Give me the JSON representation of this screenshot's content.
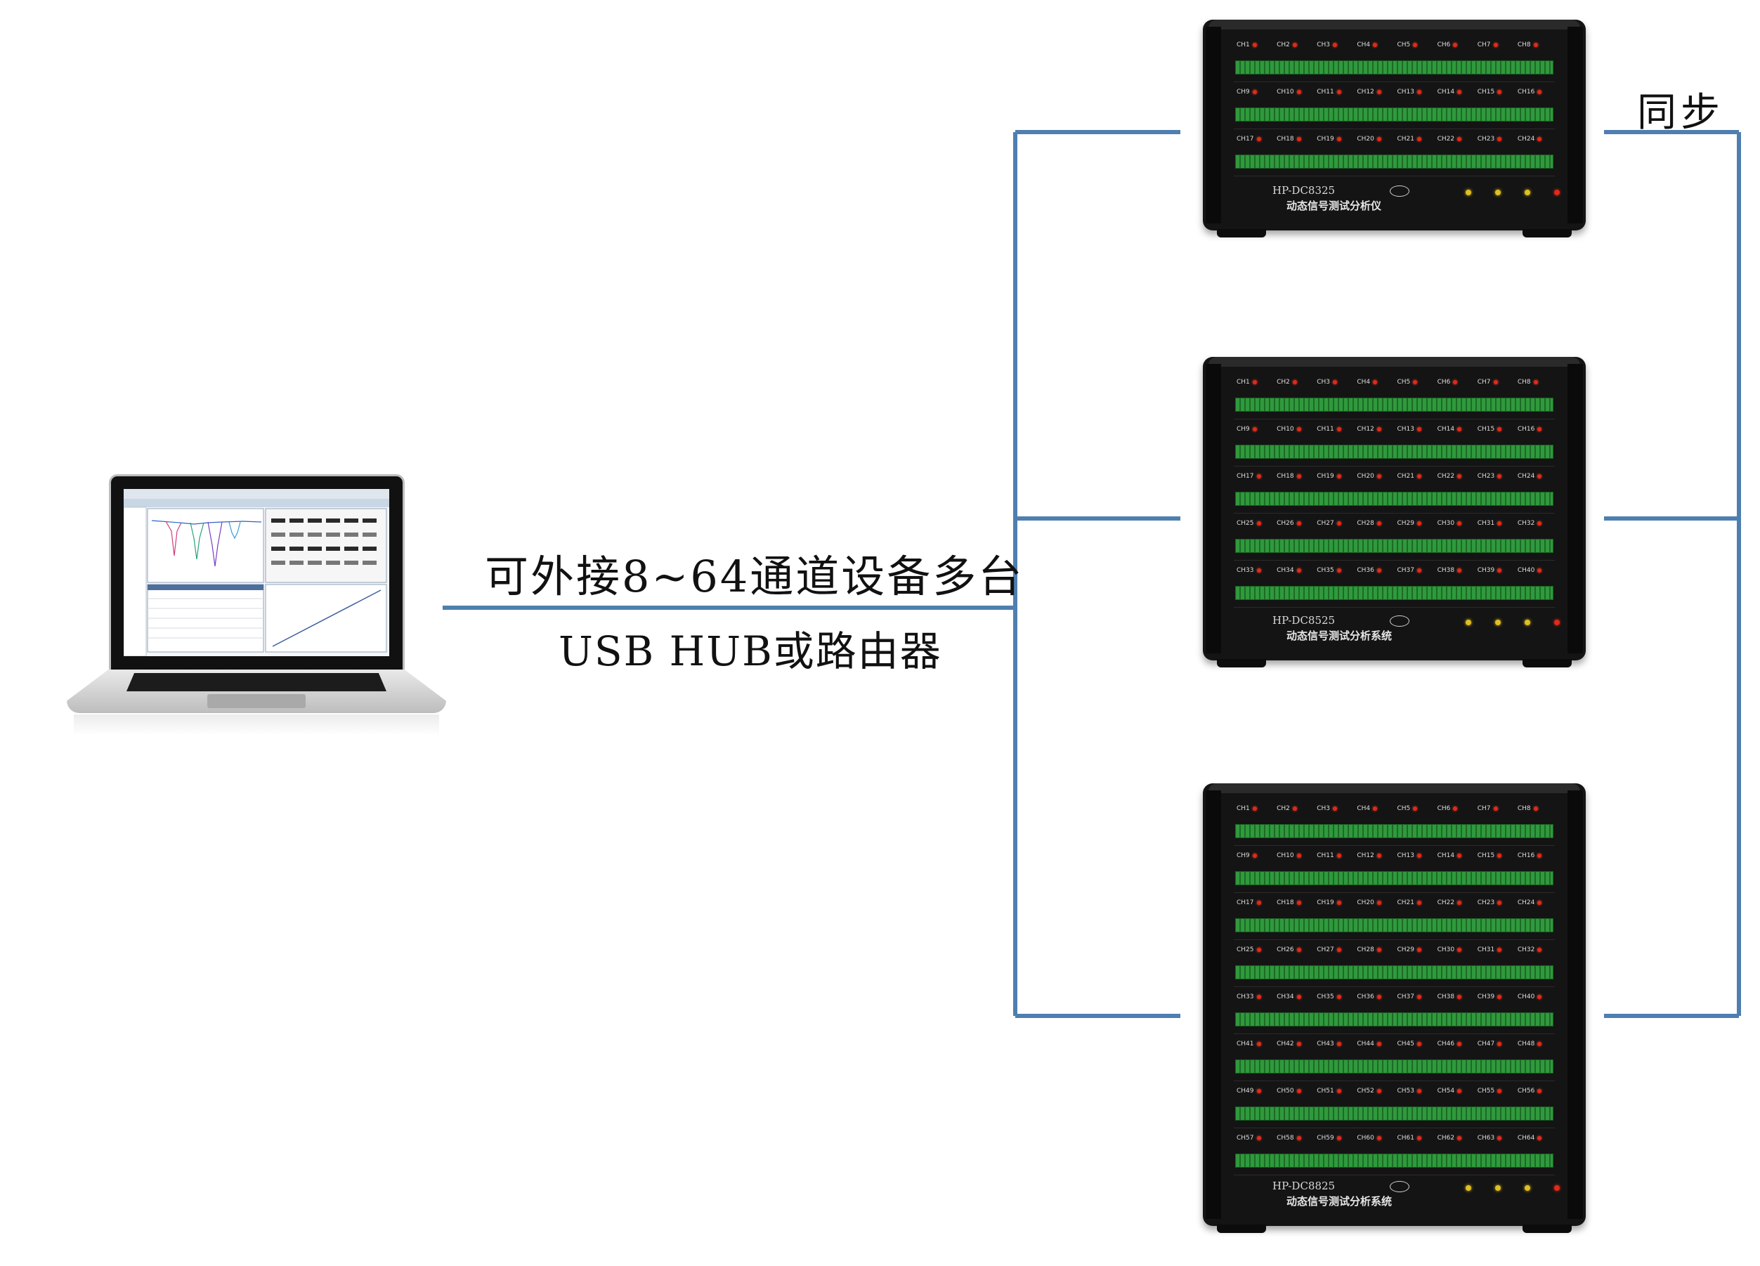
{
  "labels": {
    "connection_main": "可外接8~64通道设备多台",
    "connection_hub": "USB HUB或路由器",
    "sync": "同步"
  },
  "colors": {
    "line": "#4e7fb0"
  },
  "devices": [
    {
      "model": "HP-DC8325",
      "description": "动态信号测试分析仪",
      "rows": [
        [
          "CH1",
          "CH2",
          "CH3",
          "CH4",
          "CH5",
          "CH6",
          "CH7",
          "CH8"
        ],
        [
          "CH9",
          "CH10",
          "CH11",
          "CH12",
          "CH13",
          "CH14",
          "CH15",
          "CH16"
        ],
        [
          "CH17",
          "CH18",
          "CH19",
          "CH20",
          "CH21",
          "CH22",
          "CH23",
          "CH24"
        ]
      ]
    },
    {
      "model": "HP-DC8525",
      "description": "动态信号测试分析系统",
      "rows": [
        [
          "CH1",
          "CH2",
          "CH3",
          "CH4",
          "CH5",
          "CH6",
          "CH7",
          "CH8"
        ],
        [
          "CH9",
          "CH10",
          "CH11",
          "CH12",
          "CH13",
          "CH14",
          "CH15",
          "CH16"
        ],
        [
          "CH17",
          "CH18",
          "CH19",
          "CH20",
          "CH21",
          "CH22",
          "CH23",
          "CH24"
        ],
        [
          "CH25",
          "CH26",
          "CH27",
          "CH28",
          "CH29",
          "CH30",
          "CH31",
          "CH32"
        ],
        [
          "CH33",
          "CH34",
          "CH35",
          "CH36",
          "CH37",
          "CH38",
          "CH39",
          "CH40"
        ]
      ]
    },
    {
      "model": "HP-DC8825",
      "description": "动态信号测试分析系统",
      "rows": [
        [
          "CH1",
          "CH2",
          "CH3",
          "CH4",
          "CH5",
          "CH6",
          "CH7",
          "CH8"
        ],
        [
          "CH9",
          "CH10",
          "CH11",
          "CH12",
          "CH13",
          "CH14",
          "CH15",
          "CH16"
        ],
        [
          "CH17",
          "CH18",
          "CH19",
          "CH20",
          "CH21",
          "CH22",
          "CH23",
          "CH24"
        ],
        [
          "CH25",
          "CH26",
          "CH27",
          "CH28",
          "CH29",
          "CH30",
          "CH31",
          "CH32"
        ],
        [
          "CH33",
          "CH34",
          "CH35",
          "CH36",
          "CH37",
          "CH38",
          "CH39",
          "CH40"
        ],
        [
          "CH41",
          "CH42",
          "CH43",
          "CH44",
          "CH45",
          "CH46",
          "CH47",
          "CH48"
        ],
        [
          "CH49",
          "CH50",
          "CH51",
          "CH52",
          "CH53",
          "CH54",
          "CH55",
          "CH56"
        ],
        [
          "CH57",
          "CH58",
          "CH59",
          "CH60",
          "CH61",
          "CH62",
          "CH63",
          "CH64"
        ]
      ]
    }
  ]
}
